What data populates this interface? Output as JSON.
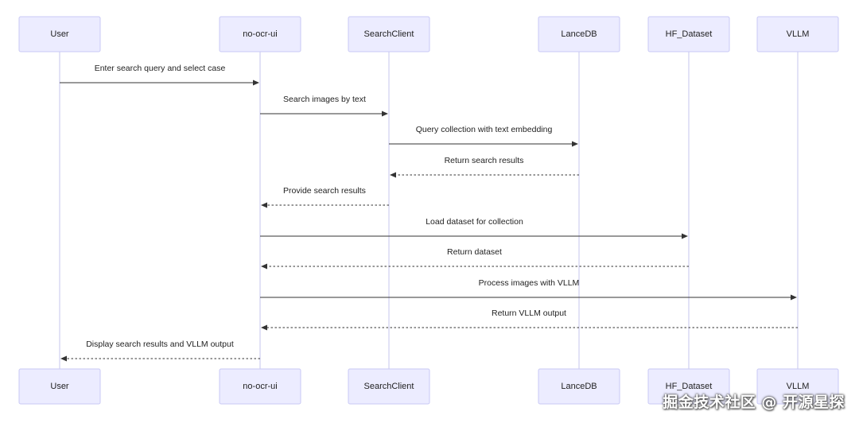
{
  "participants": [
    {
      "id": "user",
      "label": "User"
    },
    {
      "id": "ui",
      "label": "no-ocr-ui"
    },
    {
      "id": "search",
      "label": "SearchClient"
    },
    {
      "id": "lance",
      "label": "LanceDB"
    },
    {
      "id": "hf",
      "label": "HF_Dataset"
    },
    {
      "id": "vllm",
      "label": "VLLM"
    }
  ],
  "messages": [
    {
      "from": "user",
      "to": "ui",
      "label": "Enter search query and select case",
      "style": "solid"
    },
    {
      "from": "ui",
      "to": "search",
      "label": "Search images by text",
      "style": "solid"
    },
    {
      "from": "search",
      "to": "lance",
      "label": "Query collection with text embedding",
      "style": "solid"
    },
    {
      "from": "lance",
      "to": "search",
      "label": "Return search results",
      "style": "dashed"
    },
    {
      "from": "search",
      "to": "ui",
      "label": "Provide search results",
      "style": "dashed"
    },
    {
      "from": "ui",
      "to": "hf",
      "label": "Load dataset for collection",
      "style": "solid"
    },
    {
      "from": "hf",
      "to": "ui",
      "label": "Return dataset",
      "style": "dashed"
    },
    {
      "from": "ui",
      "to": "vllm",
      "label": "Process images with VLLM",
      "style": "solid"
    },
    {
      "from": "vllm",
      "to": "ui",
      "label": "Return VLLM output",
      "style": "dashed"
    },
    {
      "from": "ui",
      "to": "user",
      "label": "Display search results and VLLM output",
      "style": "dashed"
    }
  ],
  "watermark": "掘金技术社区 @ 开源星探"
}
